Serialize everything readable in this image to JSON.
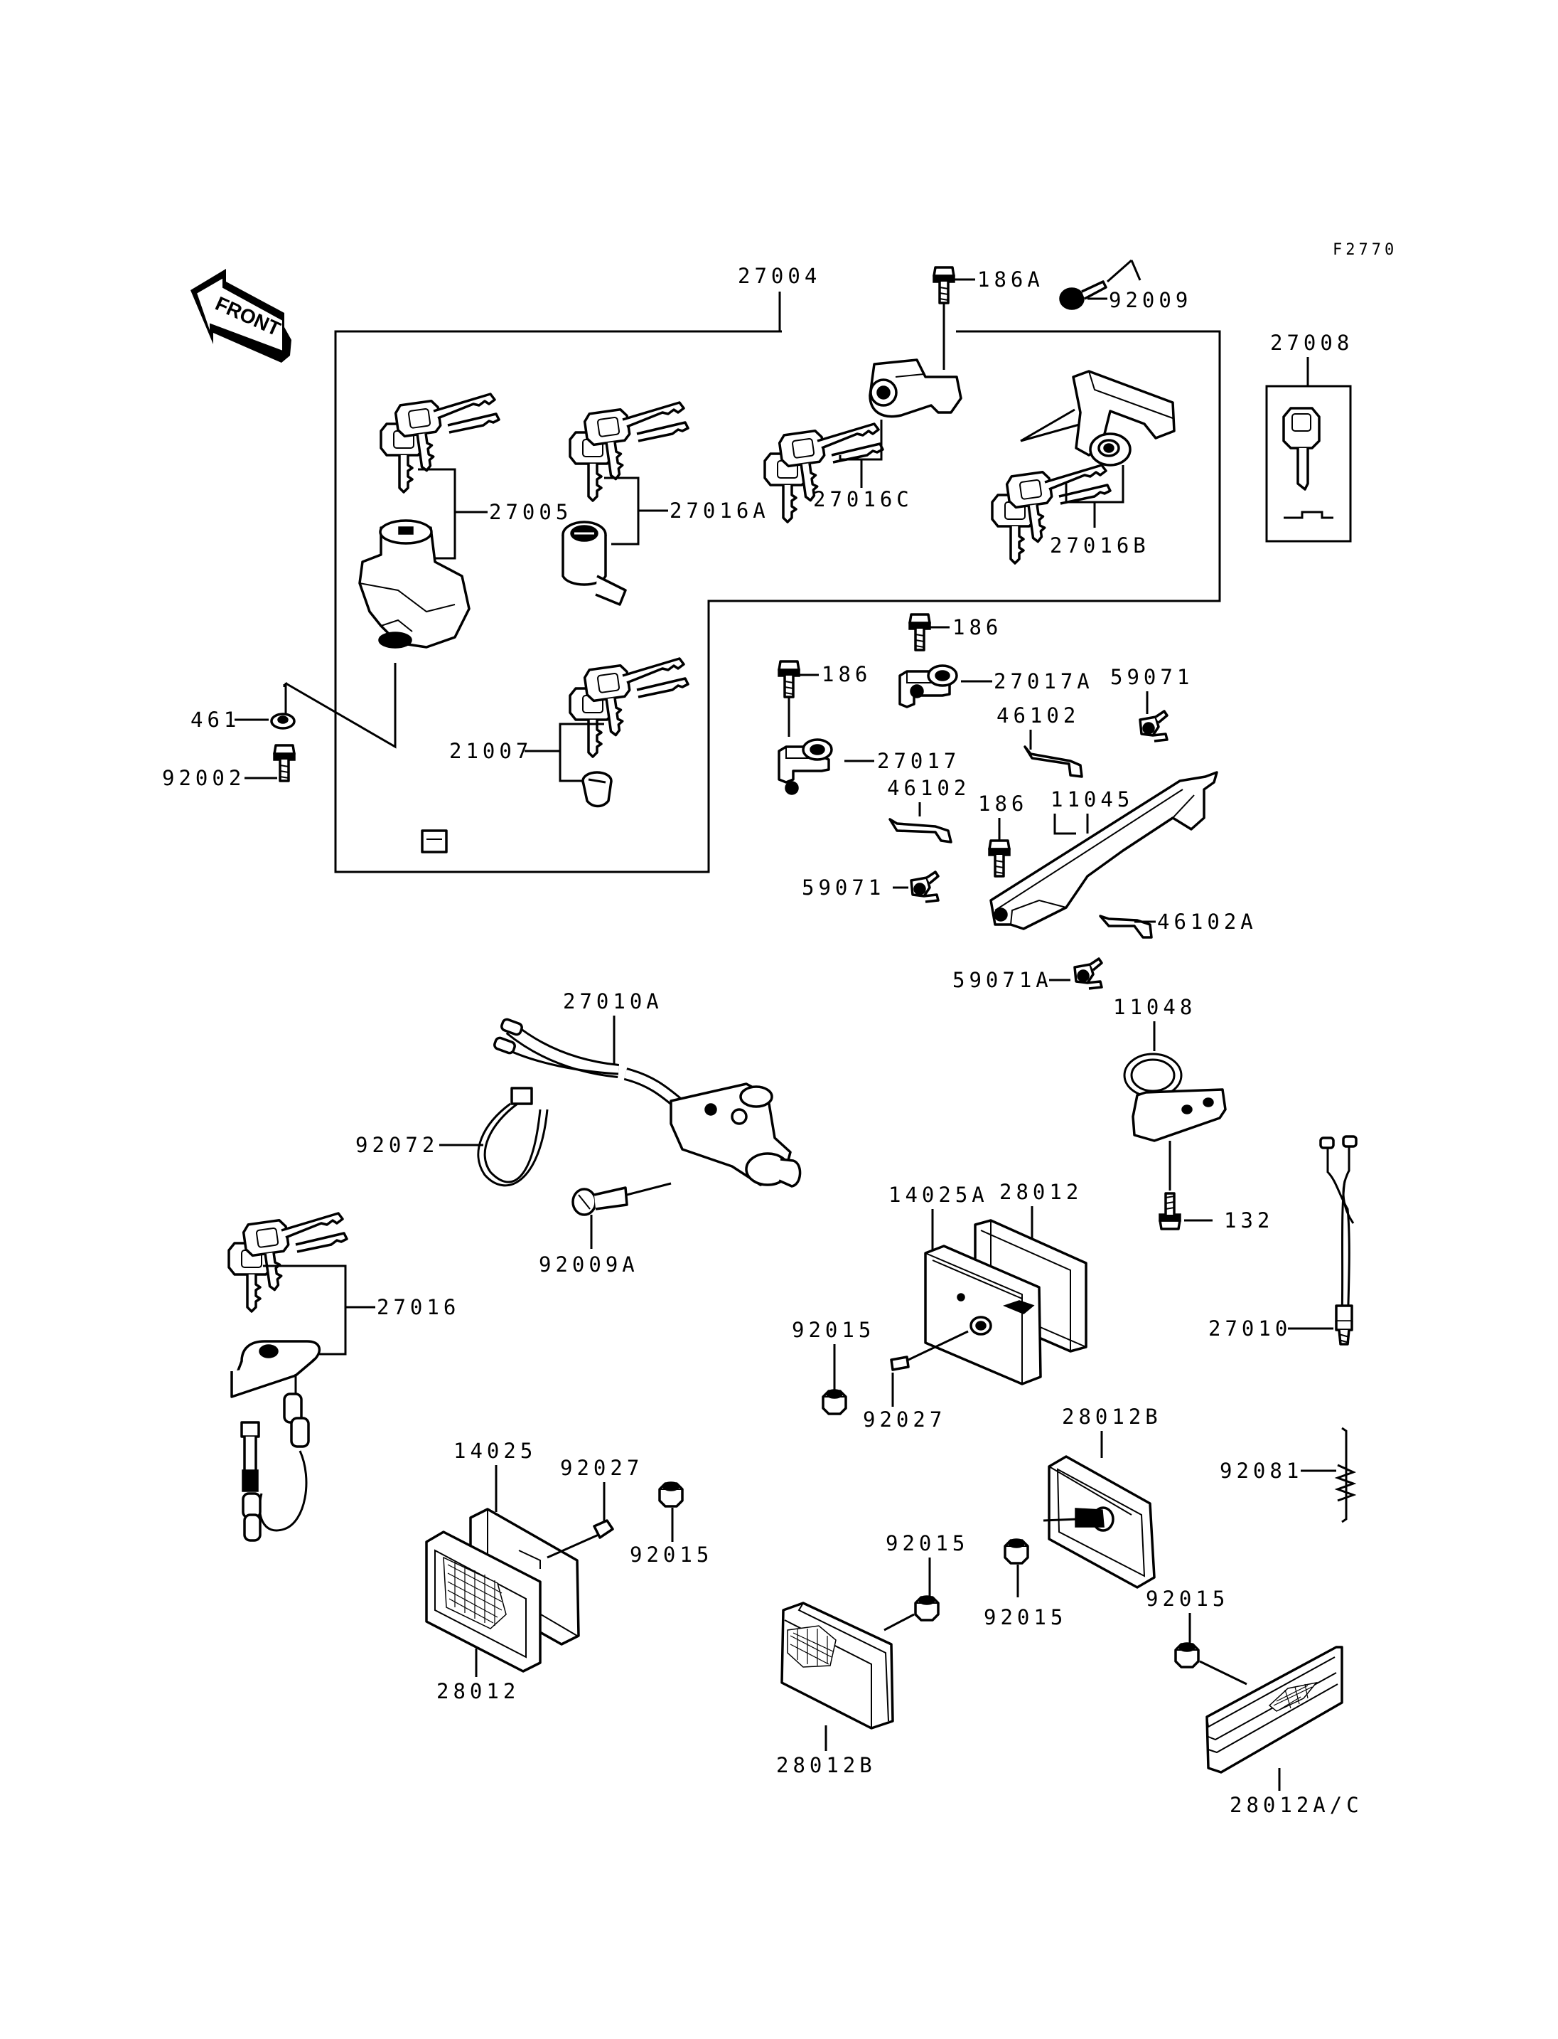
{
  "figure_id": "F2770",
  "front_label": "FRONT",
  "labels": {
    "l27004": "27004",
    "l186A": "186A",
    "l92009": "92009",
    "l27008": "27008",
    "l27005": "27005",
    "l27016A": "27016A",
    "l27016C": "27016C",
    "l27016B": "27016B",
    "l186_a": "186",
    "l27017A": "27017A",
    "l186_b": "186",
    "l59071_a": "59071",
    "l46102_a": "46102",
    "l461": "461",
    "l92002": "92002",
    "l21007": "21007",
    "l27017": "27017",
    "l46102_b": "46102",
    "l186_c": "186",
    "l11045": "11045",
    "l59071_b": "59071",
    "l46102A": "46102A",
    "l59071A": "59071A",
    "l27010A": "27010A",
    "l11048": "11048",
    "l92072": "92072",
    "l92009A": "92009A",
    "l132": "132",
    "l14025A": "14025A",
    "l28012_a": "28012",
    "l27016": "27016",
    "l92015_a": "92015",
    "l27010": "27010",
    "l92027_a": "92027",
    "l28012B_a": "28012B",
    "l14025": "14025",
    "l92027_b": "92027",
    "l92081": "92081",
    "l92015_b": "92015",
    "l92015_c": "92015",
    "l92015_d": "92015",
    "l92015_e": "92015",
    "l28012_b": "28012",
    "l28012B_b": "28012B",
    "l28012AC": "28012A/C"
  }
}
